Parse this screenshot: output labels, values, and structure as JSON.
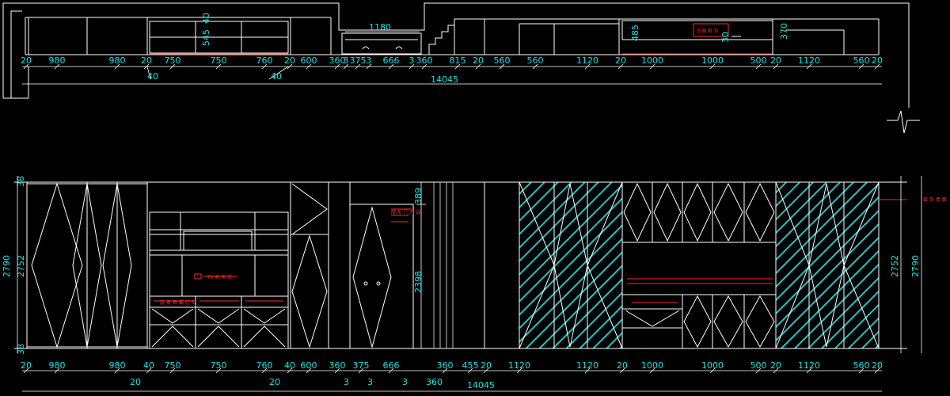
{
  "colors": {
    "background": "#000000",
    "lines": "#ffffff",
    "dimension_text": "#1fe0e0",
    "annotation": "#ff2a2a",
    "hatch": "#22c4c4"
  },
  "plan": {
    "dims": [
      "20",
      "980",
      "980",
      "20",
      "750",
      "750",
      "760",
      "20",
      "600",
      "360",
      "3",
      "375",
      "3",
      "666",
      "3",
      "360",
      "815",
      "20",
      "560",
      "560",
      "1120",
      "20",
      "1000",
      "1000",
      "500",
      "20",
      "1120",
      "560",
      "20"
    ],
    "sub_dims": [
      "40",
      "40"
    ],
    "total": "14045",
    "opening_width": "1180",
    "vertical_dims": [
      "545",
      "40",
      "485",
      "370",
      "30"
    ],
    "tag_label": "空调 机 位"
  },
  "elevation": {
    "dims": [
      "20",
      "980",
      "980",
      "40",
      "750",
      "750",
      "760",
      "40",
      "600",
      "360",
      "375",
      "666",
      "360",
      "455",
      "20",
      "1120",
      "1120",
      "20",
      "1000",
      "1000",
      "500",
      "20",
      "1120",
      "560",
      "20"
    ],
    "sub_dims": [
      "20",
      "20",
      "3",
      "3",
      "3",
      "360"
    ],
    "total": "14045",
    "height_left": "2790",
    "inner_height_left": "2752",
    "height_right": "2752",
    "outer_height_right": "2790",
    "top_gap": "38",
    "bottom_gap": "38",
    "door_dims": [
      "389",
      "2398"
    ],
    "notes": {
      "tv_niche": "TV 机 柜 位",
      "shelf_note": "层 板 暗 藏 灯 带",
      "door_note": "隐 形 门 开 启",
      "hatch_note": "装 饰 墙 面"
    }
  }
}
